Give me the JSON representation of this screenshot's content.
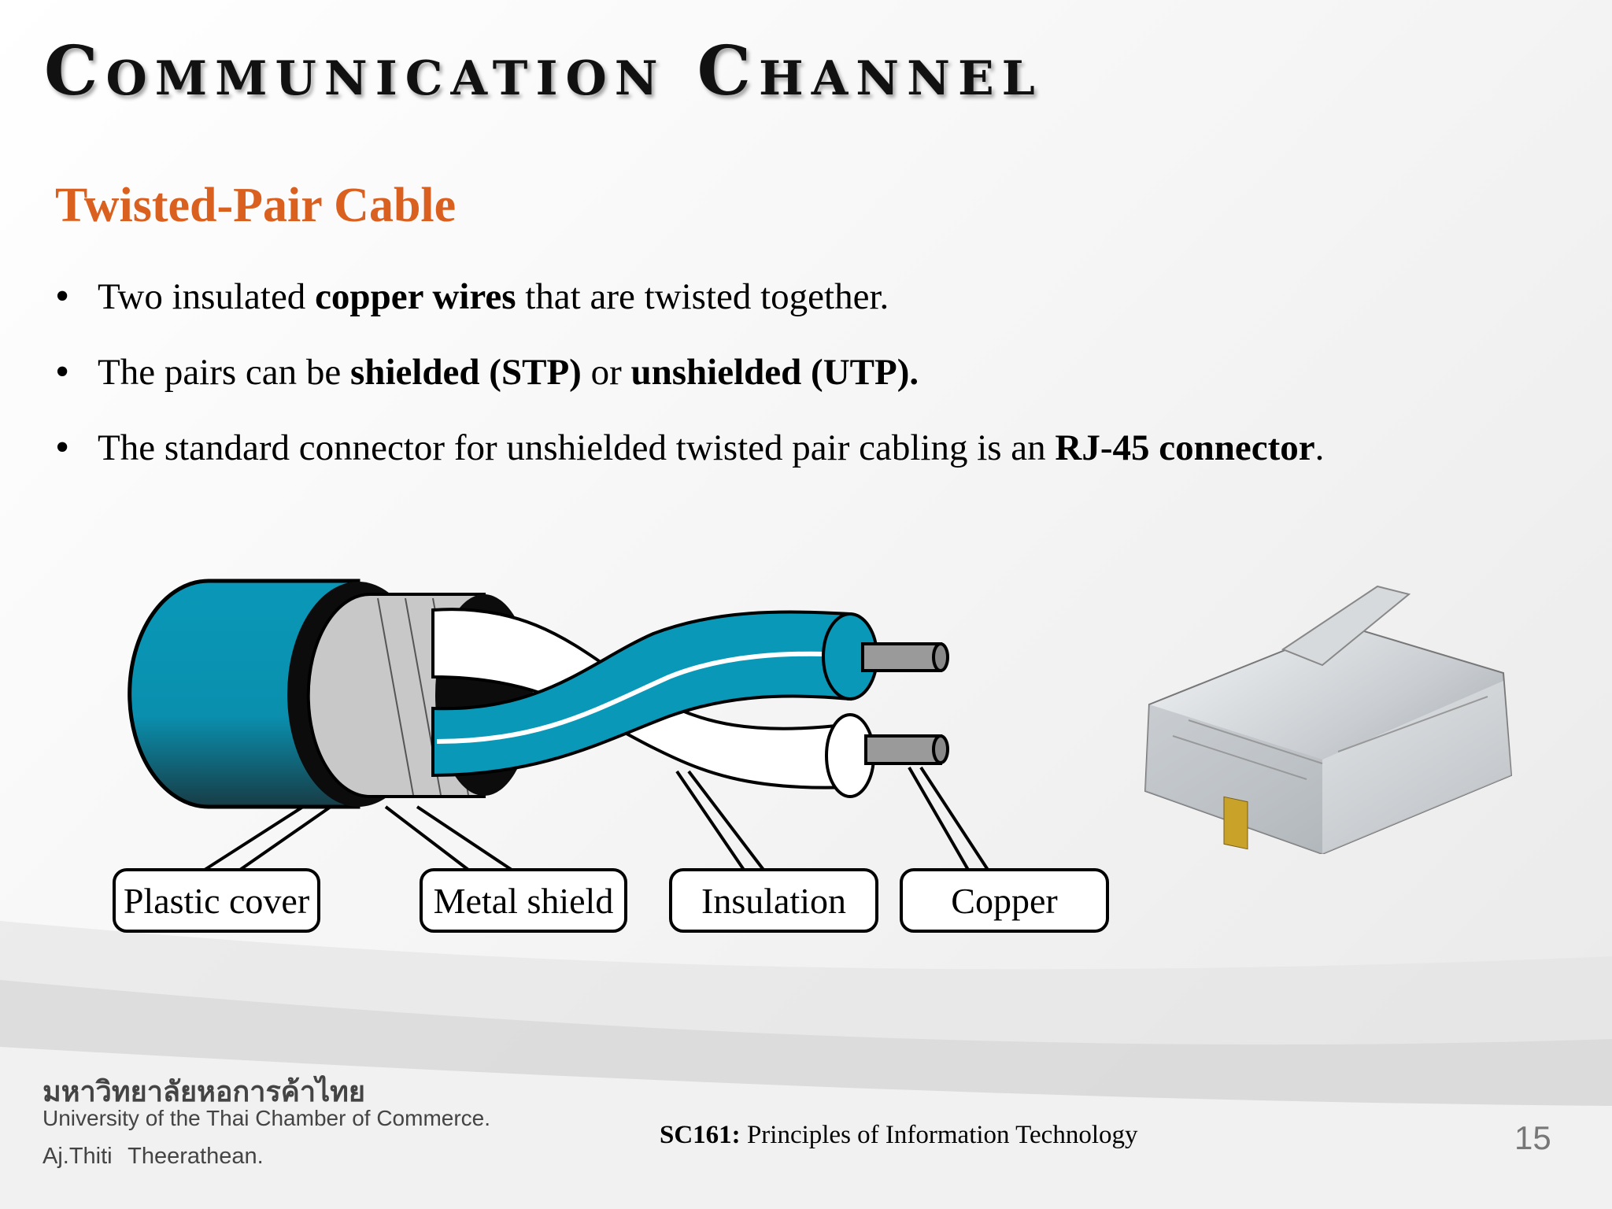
{
  "slide": {
    "title": "Communication Channel",
    "subtitle": "Twisted-Pair Cable",
    "bullets": [
      {
        "pre": "Two insulated ",
        "bold1": "copper wires",
        "mid": " that are twisted together.",
        "bold2": "",
        "post": ""
      },
      {
        "pre": "The pairs can be ",
        "bold1": "shielded (STP)",
        "mid": " or ",
        "bold2": "unshielded (UTP).",
        "post": ""
      },
      {
        "pre": "The standard connector for unshielded twisted pair cabling is an ",
        "bold1": "RJ-45 connector",
        "mid": ".",
        "bold2": "",
        "post": ""
      }
    ]
  },
  "diagram": {
    "labels": {
      "plastic_cover": "Plastic cover",
      "metal_shield": "Metal shield",
      "insulation": "Insulation",
      "copper": "Copper"
    },
    "colors": {
      "cable_blue": "#0a98b8",
      "shield_gray": "#c8c8c8",
      "copper_gray": "#9a9a9a"
    }
  },
  "footer": {
    "university_thai": "มหาวิทยาลัยหอการค้าไทย",
    "university_en": "University of the Thai Chamber of Commerce.",
    "author": "Aj.Thiti Theerathean.",
    "course_code": "SC161:",
    "course_name": " Principles of Information Technology",
    "page_number": "15"
  },
  "colors": {
    "subtitle": "#d9601f",
    "title": "#111111"
  }
}
